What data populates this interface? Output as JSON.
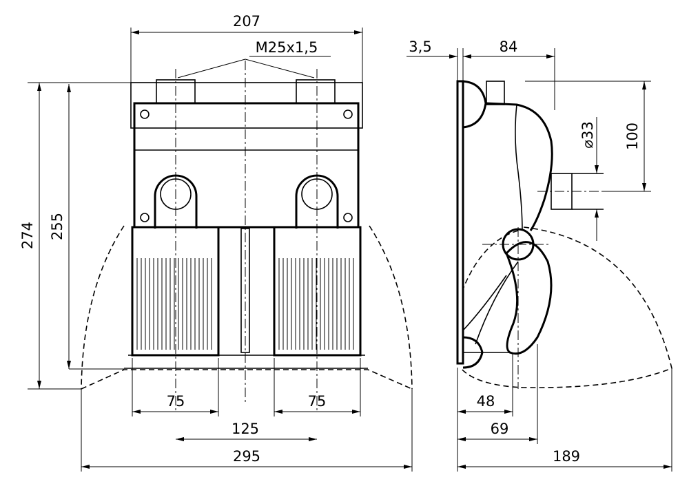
{
  "dimensions": {
    "top_width": "207",
    "thread": "M25x1,5",
    "height_total": "274",
    "height_body": "255",
    "pitch_left": "75",
    "pitch_right": "75",
    "pitch_center": "125",
    "width_total": "295",
    "wall": "3,5",
    "depth_top": "84",
    "bore": "⌀33",
    "bore_height": "100",
    "depth_48": "48",
    "depth_69": "69",
    "depth_total": "189"
  }
}
